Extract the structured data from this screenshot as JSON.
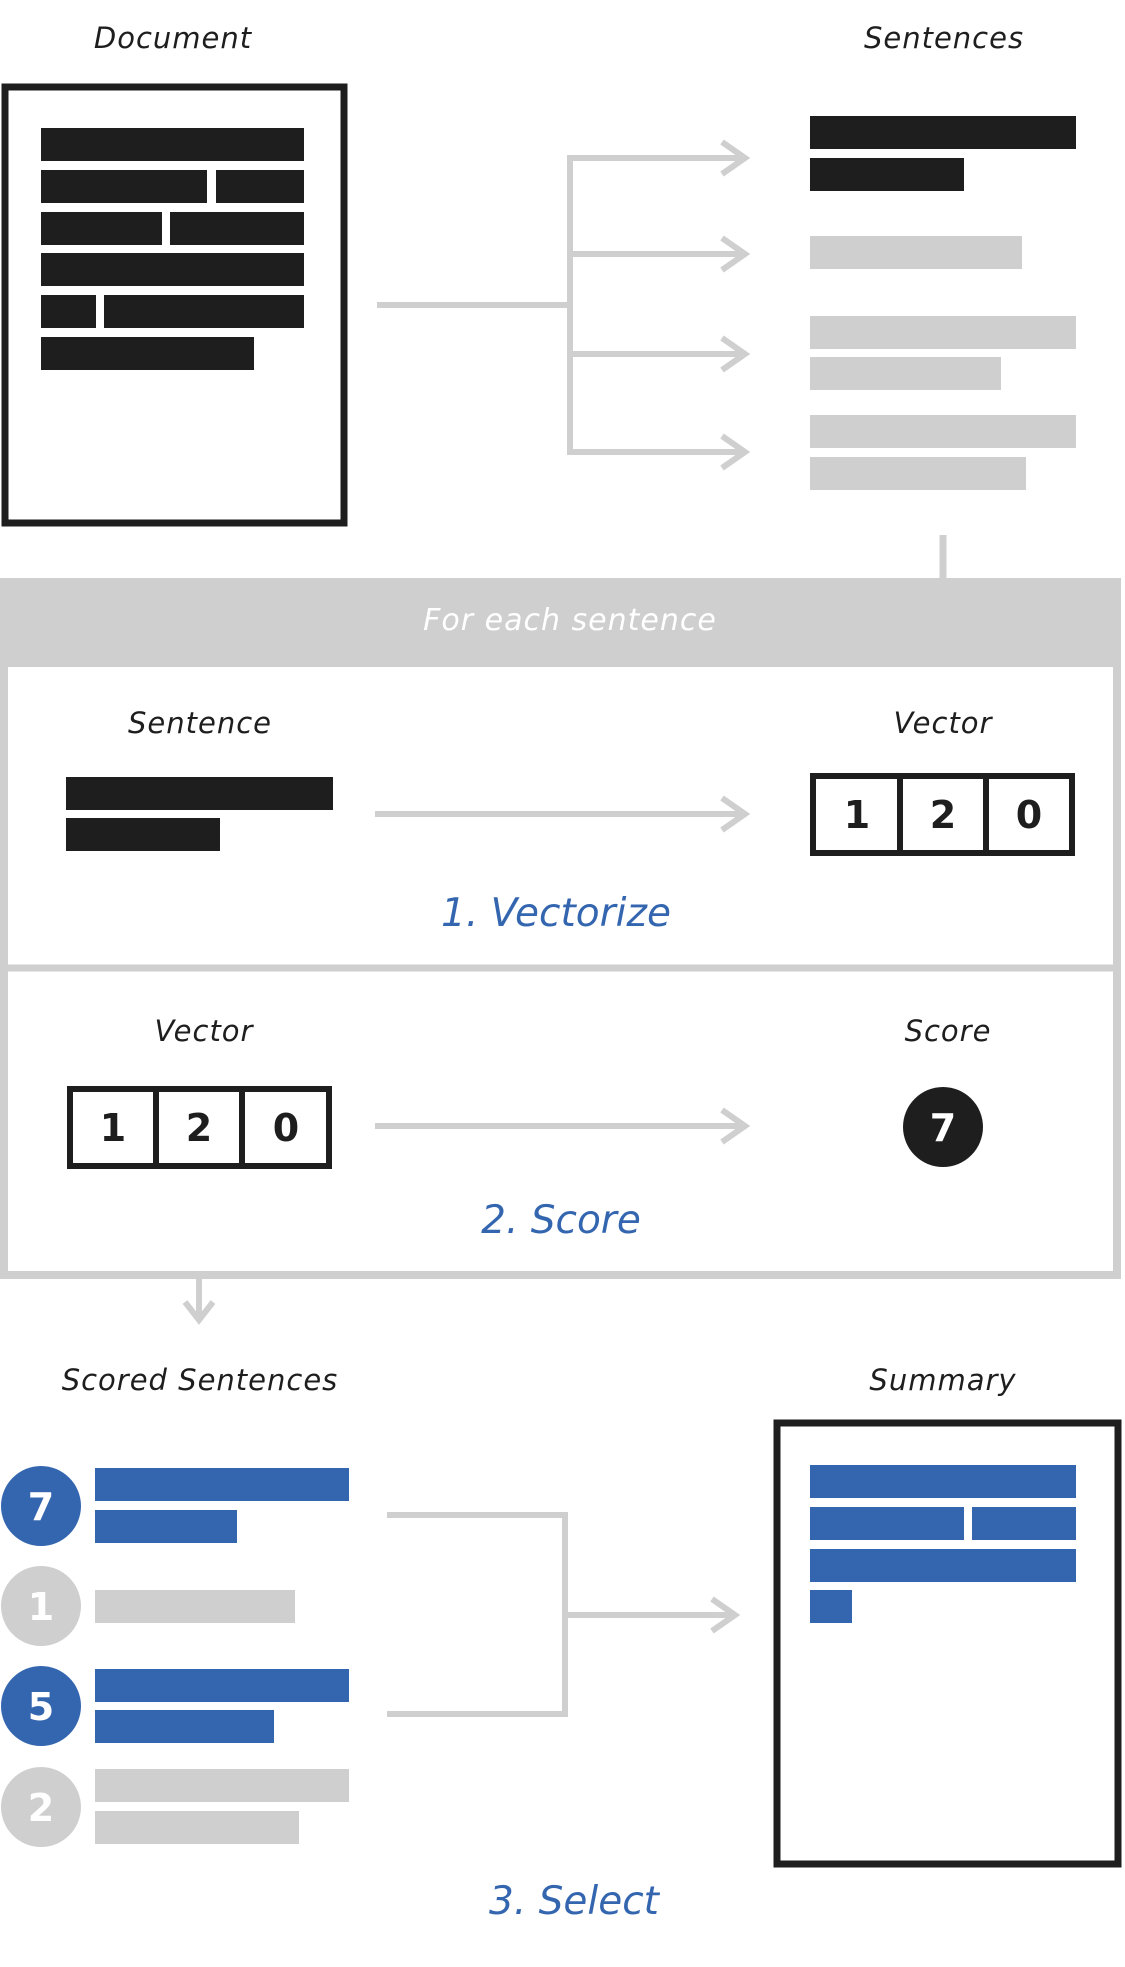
{
  "colors": {
    "dark": "#1e1e1e",
    "gray": "#cfcfcf",
    "blue": "#3466b0",
    "white": "#ffffff"
  },
  "top": {
    "document_label": "Document",
    "sentences_label": "Sentences"
  },
  "banner": {
    "text": "For each sentence"
  },
  "vectorize": {
    "sentence_label": "Sentence",
    "vector_label": "Vector",
    "vector_values": [
      "1",
      "2",
      "0"
    ],
    "step_label": "1. Vectorize"
  },
  "score": {
    "vector_label": "Vector",
    "vector_values": [
      "1",
      "2",
      "0"
    ],
    "score_label": "Score",
    "score_value": "7",
    "step_label": "2. Score"
  },
  "select": {
    "scored_label": "Scored Sentences",
    "summary_label": "Summary",
    "scores": [
      {
        "value": "7",
        "selected": true
      },
      {
        "value": "1",
        "selected": false
      },
      {
        "value": "5",
        "selected": true
      },
      {
        "value": "2",
        "selected": false
      }
    ],
    "step_label": "3. Select"
  }
}
